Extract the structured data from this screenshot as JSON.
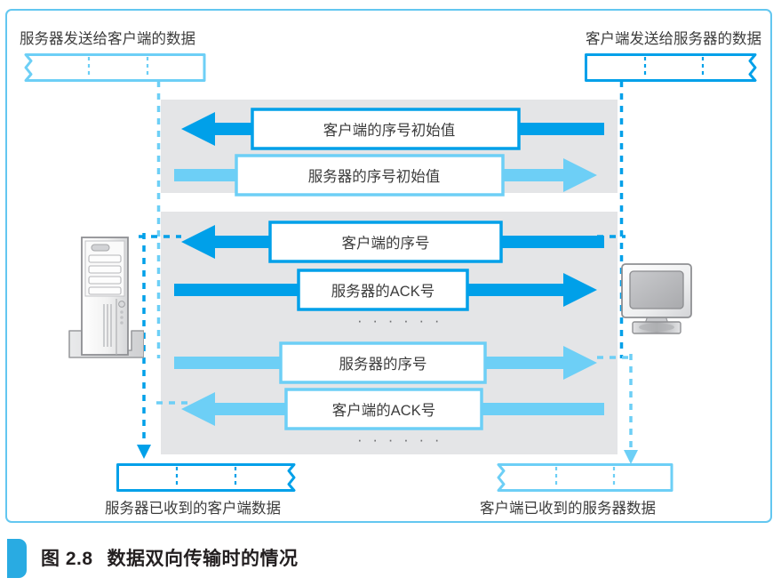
{
  "figure": {
    "caption_number": "图 2.8",
    "caption_title": "数据双向传输时的情况",
    "frame_color": "#63C7F0",
    "accent_dark": "#00A0E9",
    "accent_light": "#6DCFF6",
    "band_color": "#E4E5E7"
  },
  "labels": {
    "server_sends": "服务器发送给客户端的数据",
    "client_sends": "客户端发送给服务器的数据",
    "server_received": "服务器已收到的客户端数据",
    "client_received": "客户端已收到的服务器数据"
  },
  "devices": {
    "server": "server-tower-icon",
    "client": "client-monitor-icon"
  },
  "ribbons": [
    {
      "name": "server-send-buffer",
      "position": "top-left",
      "notch": "left",
      "segments": 3,
      "color": "#6DCFF6"
    },
    {
      "name": "client-send-buffer",
      "position": "top-right",
      "notch": "right",
      "segments": 3,
      "color": "#00A0E9"
    },
    {
      "name": "server-recv-buffer",
      "position": "bottom-left",
      "notch": "right",
      "segments": 3,
      "color": "#00A0E9"
    },
    {
      "name": "client-recv-buffer",
      "position": "bottom-right",
      "notch": "left",
      "segments": 3,
      "color": "#6DCFF6"
    }
  ],
  "bands": [
    {
      "name": "handshake-band",
      "messages": [
        {
          "text": "客户端的序号初始值",
          "direction": "left",
          "color": "#00A0E9"
        },
        {
          "text": "服务器的序号初始值",
          "direction": "right",
          "color": "#6DCFF6"
        }
      ],
      "ellipsis": []
    },
    {
      "name": "transfer-band",
      "messages": [
        {
          "text": "客户端的序号",
          "direction": "left",
          "color": "#00A0E9"
        },
        {
          "text": "服务器的ACK号",
          "direction": "right",
          "color": "#00A0E9"
        },
        {
          "text": "服务器的序号",
          "direction": "right",
          "color": "#6DCFF6"
        },
        {
          "text": "客户端的ACK号",
          "direction": "left",
          "color": "#6DCFF6"
        }
      ],
      "ellipsis": [
        "……",
        "……"
      ]
    }
  ],
  "ellipsis_glyph": "· · · · · ·"
}
